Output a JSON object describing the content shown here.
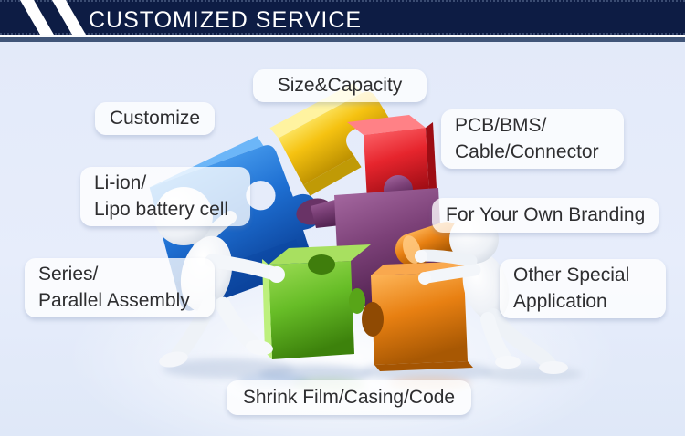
{
  "header": {
    "title": "CUSTOMIZED SERVICE",
    "bar_color": "#0d1c44",
    "underline_color": "#405578",
    "stripe_color": "#ffffff"
  },
  "background": {
    "base": "#e6edfa"
  },
  "labels": {
    "size_capacity": {
      "lines": [
        "Size&Capacity"
      ]
    },
    "customize": {
      "lines": [
        "Customize"
      ]
    },
    "pcb_bms": {
      "lines": [
        "PCB/BMS/",
        "Cable/Connector"
      ]
    },
    "li_ion": {
      "lines": [
        "Li-ion/",
        "Lipo battery cell"
      ]
    },
    "branding": {
      "lines": [
        "For Your Own Branding"
      ]
    },
    "series_parallel": {
      "lines": [
        "Series/",
        "Parallel Assembly"
      ]
    },
    "other_special": {
      "lines": [
        "Other Special",
        "Application"
      ]
    },
    "shrink_film": {
      "lines": [
        "Shrink Film/Casing/Code"
      ]
    }
  },
  "illustration": {
    "description": "Two white 3D figures assembling colorful jigsaw puzzle pieces",
    "piece_colors": {
      "yellow": "#f5c211",
      "red": "#e6252d",
      "purple": "#7c4178",
      "blue": "#1e6fd2",
      "green": "#67bd27",
      "orange": "#e88012"
    }
  }
}
